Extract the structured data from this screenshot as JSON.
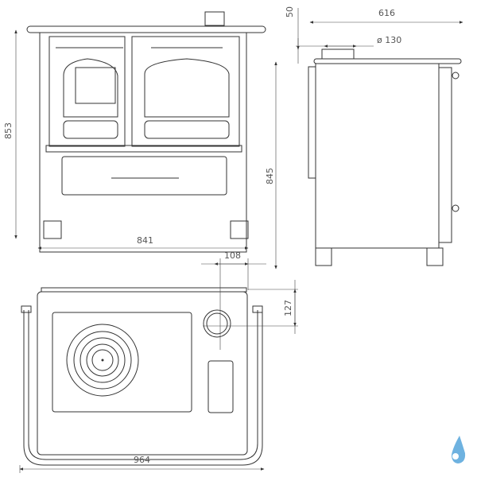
{
  "title": "Wood-burning cook stove dimension drawing",
  "dimensions": {
    "front_height": "853",
    "front_width": "841",
    "flue_offset_top": "50",
    "depth": "616",
    "flue_diameter": "ø 130",
    "side_height": "845",
    "flue_offset_side": "108",
    "flue_offset_back": "127",
    "overall_width": "964"
  },
  "colors": {
    "line": "#333333",
    "logo": "#4a9fd8"
  }
}
